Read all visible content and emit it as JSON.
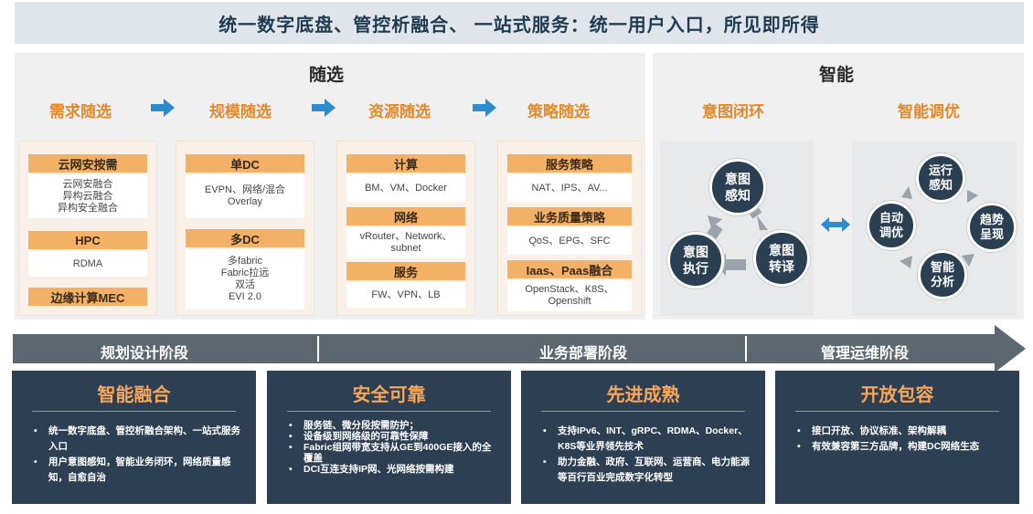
{
  "banner": "统一数字底盘、管控析融合、 一站式服务：统一用户入口，所见即所得",
  "left_panel": {
    "title": "随选",
    "stages": [
      "需求随选",
      "规模随选",
      "资源随选",
      "策略随选"
    ],
    "columns": [
      {
        "groups": [
          {
            "header": "云网安按需",
            "lines": [
              "云网安融合",
              "异构云融合",
              "异构安全融合"
            ]
          },
          {
            "header": "HPC",
            "lines": [
              "RDMA"
            ]
          },
          {
            "header": "边缘计算MEC",
            "lines": []
          }
        ]
      },
      {
        "groups": [
          {
            "header": "单DC",
            "lines": [
              "EVPN、网络/混合",
              "Overlay"
            ]
          },
          {
            "header": "多DC",
            "lines": [
              "多fabric",
              "Fabric拉远",
              "双活",
              "EVI 2.0"
            ]
          }
        ]
      },
      {
        "groups": [
          {
            "header": "计算",
            "lines": [
              "BM、VM、Docker"
            ]
          },
          {
            "header": "网络",
            "lines": [
              "vRouter、Network、",
              "subnet"
            ]
          },
          {
            "header": "服务",
            "lines": [
              "FW、VPN、LB"
            ]
          }
        ]
      },
      {
        "groups": [
          {
            "header": "服务策略",
            "lines": [
              "NAT、IPS、AV..."
            ]
          },
          {
            "header": "业务质量策略",
            "lines": [
              "QoS、EPG、SFC"
            ]
          },
          {
            "header": "Iaas、Paas融合",
            "lines": [
              "OpenStack、K8S、",
              "Openshift"
            ]
          }
        ]
      }
    ]
  },
  "right_panel": {
    "title": "智能",
    "sub1": "意图闭环",
    "sub2": "智能调优",
    "loop1": [
      "意图\n感知",
      "意图\n转译",
      "意图\n执行"
    ],
    "loop2": [
      "运行\n感知",
      "趋势\n呈现",
      "智能\n分析",
      "自动\n调优"
    ]
  },
  "phases": [
    "规划设计阶段",
    "业务部署阶段",
    "管理运维阶段"
  ],
  "cards": [
    {
      "title": "智能融合",
      "items": [
        "统一数字底盘、管控析融合架构、一站式服务入口",
        "用户意图感知，智能业务闭环，网络质量感知，自愈自治"
      ]
    },
    {
      "title": "安全可靠",
      "items": [
        "服务链、微分段按需防护；",
        "设备级到网络级的可靠性保障",
        "Fabric组网带宽支持从GE到400GE接入的全覆盖",
        "DCI互连支持IP网、光网络按需构建"
      ]
    },
    {
      "title": "先进成熟",
      "items": [
        "支持IPv6、INT、gRPC、RDMA、Docker、K8S等业界领先技术",
        "助力金融、政府、互联网、运营商、电力能源等百行百业完成数字化转型"
      ]
    },
    {
      "title": "开放包容",
      "items": [
        "接口开放、协议标准、架构解耦",
        "有效兼容第三方品牌，构建DC网络生态"
      ]
    }
  ],
  "colors": {
    "accent": "#e08a2e",
    "header_fill": "#f3b067",
    "dark": "#2d3f52",
    "phase": "#5c6770",
    "arrow": "#2f8ccc"
  }
}
